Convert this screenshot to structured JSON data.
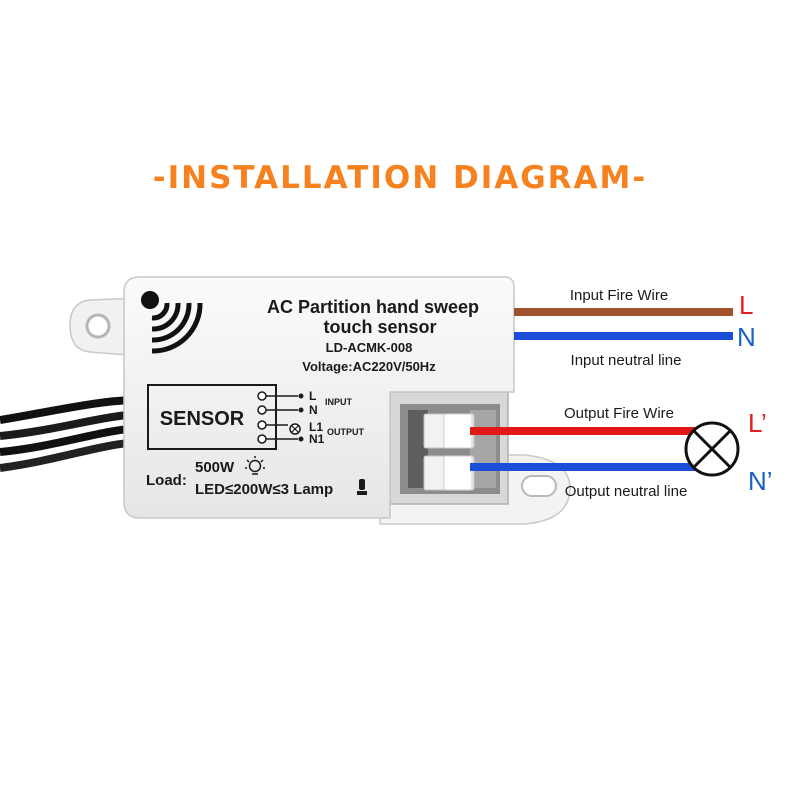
{
  "title": "-INSTALLATION DIAGRAM-",
  "device": {
    "name_line1": "AC Partition hand sweep",
    "name_line2": "touch sensor",
    "model": "LD-ACMK-008",
    "voltage": "Voltage:AC220V/50Hz",
    "sensor_label": "SENSOR",
    "terminal_L": "L",
    "terminal_N": "N",
    "terminal_L1": "L1",
    "terminal_N1": "N1",
    "input_label": "INPUT",
    "output_label": "OUTPUT",
    "load_label": "Load:",
    "load_incandescent": "500W",
    "load_led": "LED≤200W≤3 Lamp"
  },
  "wires": {
    "input_fire": "Input Fire Wire",
    "input_neutral": "Input neutral line",
    "output_fire": "Output Fire Wire",
    "output_neutral": "Output neutral line",
    "L": "L",
    "N": "N",
    "L_out": "L’",
    "N_out": "N’"
  },
  "colors": {
    "title": "#f5821f",
    "brown_wire": "#a0522d",
    "blue_wire": "#1a4fd6",
    "red_wire": "#e01818",
    "label_red": "#e02020",
    "label_blue": "#1a5fc8"
  }
}
